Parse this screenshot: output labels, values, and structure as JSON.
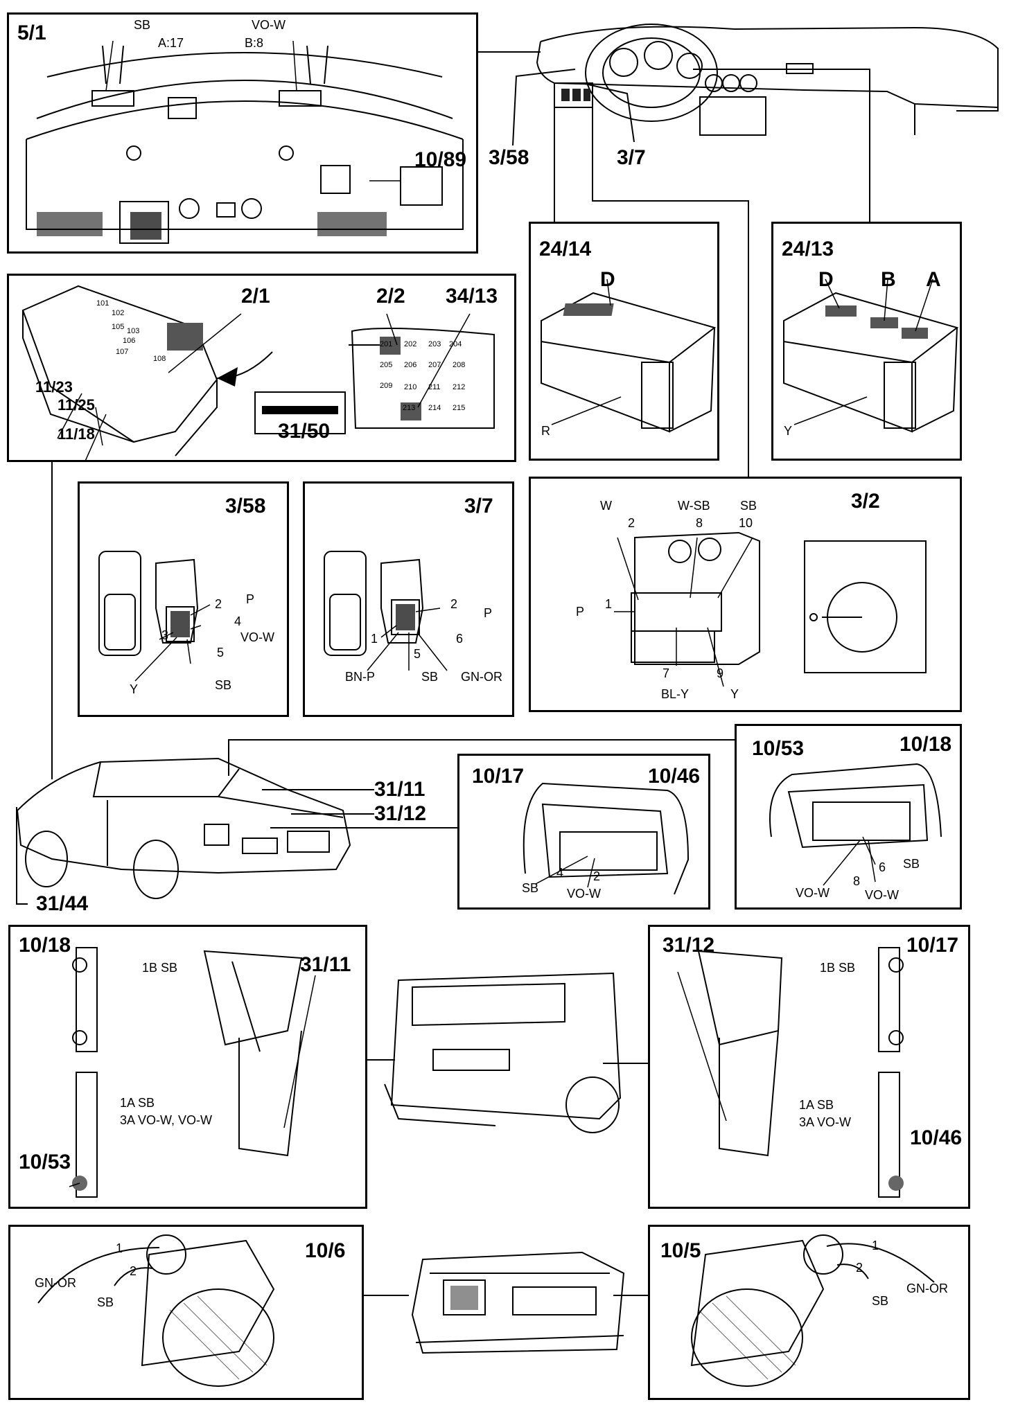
{
  "panels": {
    "p51": {
      "title": "5/1",
      "labels": {
        "sb": "SB",
        "a17": "A:17",
        "vow": "VO-W",
        "b8": "B:8",
        "ref": "10/89"
      }
    },
    "p21": {
      "labels": {
        "ref21": "2/1",
        "ref1123": "11/23",
        "ref1125": "11/25",
        "ref1118": "11/18",
        "ref22": "2/2",
        "ref3413": "34/13",
        "ref3150": "31/50"
      },
      "fuse_left": [
        "101",
        "102",
        "103",
        "105",
        "106",
        "107",
        "108"
      ],
      "fuse_right": [
        "201",
        "202",
        "203",
        "204",
        "205",
        "206",
        "207",
        "208",
        "209",
        "210",
        "211",
        "212",
        "213",
        "214",
        "215"
      ]
    },
    "p2414": {
      "title": "24/14",
      "labels": {
        "d": "D",
        "r": "R"
      }
    },
    "p2413": {
      "title": "24/13",
      "labels": {
        "d": "D",
        "b": "B",
        "a": "A",
        "y": "Y"
      }
    },
    "p358": {
      "title": "3/58",
      "labels": {
        "n2": "2",
        "p": "P",
        "n4": "4",
        "vow": "VO-W",
        "n3": "3",
        "n5": "5",
        "y": "Y",
        "sb": "SB"
      }
    },
    "p37": {
      "title": "3/7",
      "labels": {
        "n2": "2",
        "p": "P",
        "n1": "1",
        "n6": "6",
        "n5": "5",
        "bnp": "BN-P",
        "sb": "SB",
        "gnor": "GN-OR"
      }
    },
    "p32": {
      "title": "3/2",
      "labels": {
        "w": "W",
        "n2": "2",
        "wsb": "W-SB",
        "n8": "8",
        "sb": "SB",
        "n10": "10",
        "p": "P",
        "n1": "1",
        "n7": "7",
        "n9": "9",
        "bly": "BL-Y",
        "y": "Y"
      }
    },
    "p1017": {
      "title_left": "10/17",
      "title_right": "10/46",
      "labels": {
        "n4": "4",
        "n2": "2",
        "sb": "SB",
        "vow": "VO-W"
      }
    },
    "p1053": {
      "title_left": "10/53",
      "title_right": "10/18",
      "labels": {
        "n6": "6",
        "sb": "SB",
        "n8": "8",
        "vow1": "VO-W",
        "vow2": "VO-W"
      }
    },
    "pleft": {
      "labels": {
        "ref1018": "10/18",
        "ref3111": "31/11",
        "b1": "1B SB",
        "a1": "1A SB",
        "a3": "3A VO-W, VO-W",
        "ref1053": "10/53"
      }
    },
    "pright": {
      "labels": {
        "ref3112": "31/12",
        "ref1017": "10/17",
        "b1": "1B SB",
        "a1": "1A SB",
        "a3": "3A VO-W",
        "ref1046": "10/46"
      }
    },
    "p106": {
      "title": "10/6",
      "labels": {
        "n1": "1",
        "n2": "2",
        "gnor": "GN-OR",
        "sb": "SB"
      }
    },
    "p105": {
      "title": "10/5",
      "labels": {
        "n1": "1",
        "n2": "2",
        "sb": "SB",
        "gnor": "GN-OR"
      }
    }
  },
  "free_labels": {
    "ref358": "3/58",
    "ref37": "3/7",
    "ref3111": "31/11",
    "ref3112": "31/12",
    "ref3144": "31/44"
  }
}
